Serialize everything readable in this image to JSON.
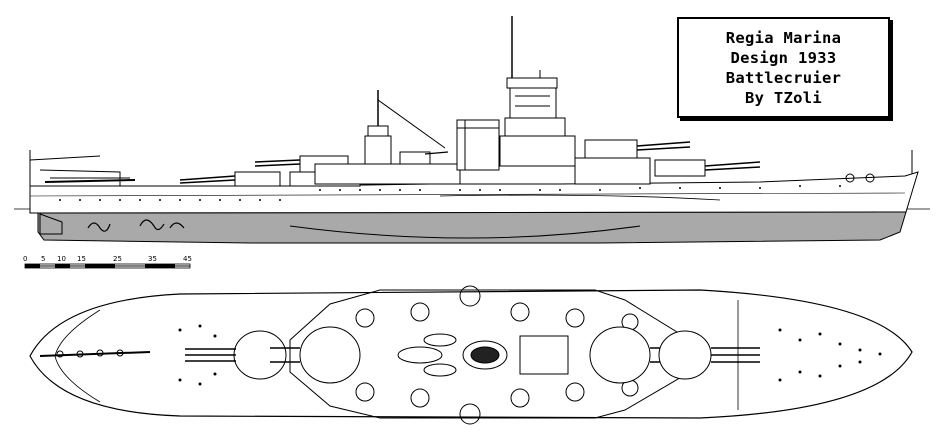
{
  "title_box": {
    "lines": [
      "Regia Marina",
      "Design 1933",
      "Battlecruier",
      "By TZoli"
    ]
  },
  "scale": {
    "ticks": [
      "0",
      "5",
      "10",
      "15",
      "25",
      "35",
      "45"
    ]
  },
  "colors": {
    "ink": "#000000",
    "hull_shade": "#a9a9a9",
    "paper": "#ffffff"
  }
}
